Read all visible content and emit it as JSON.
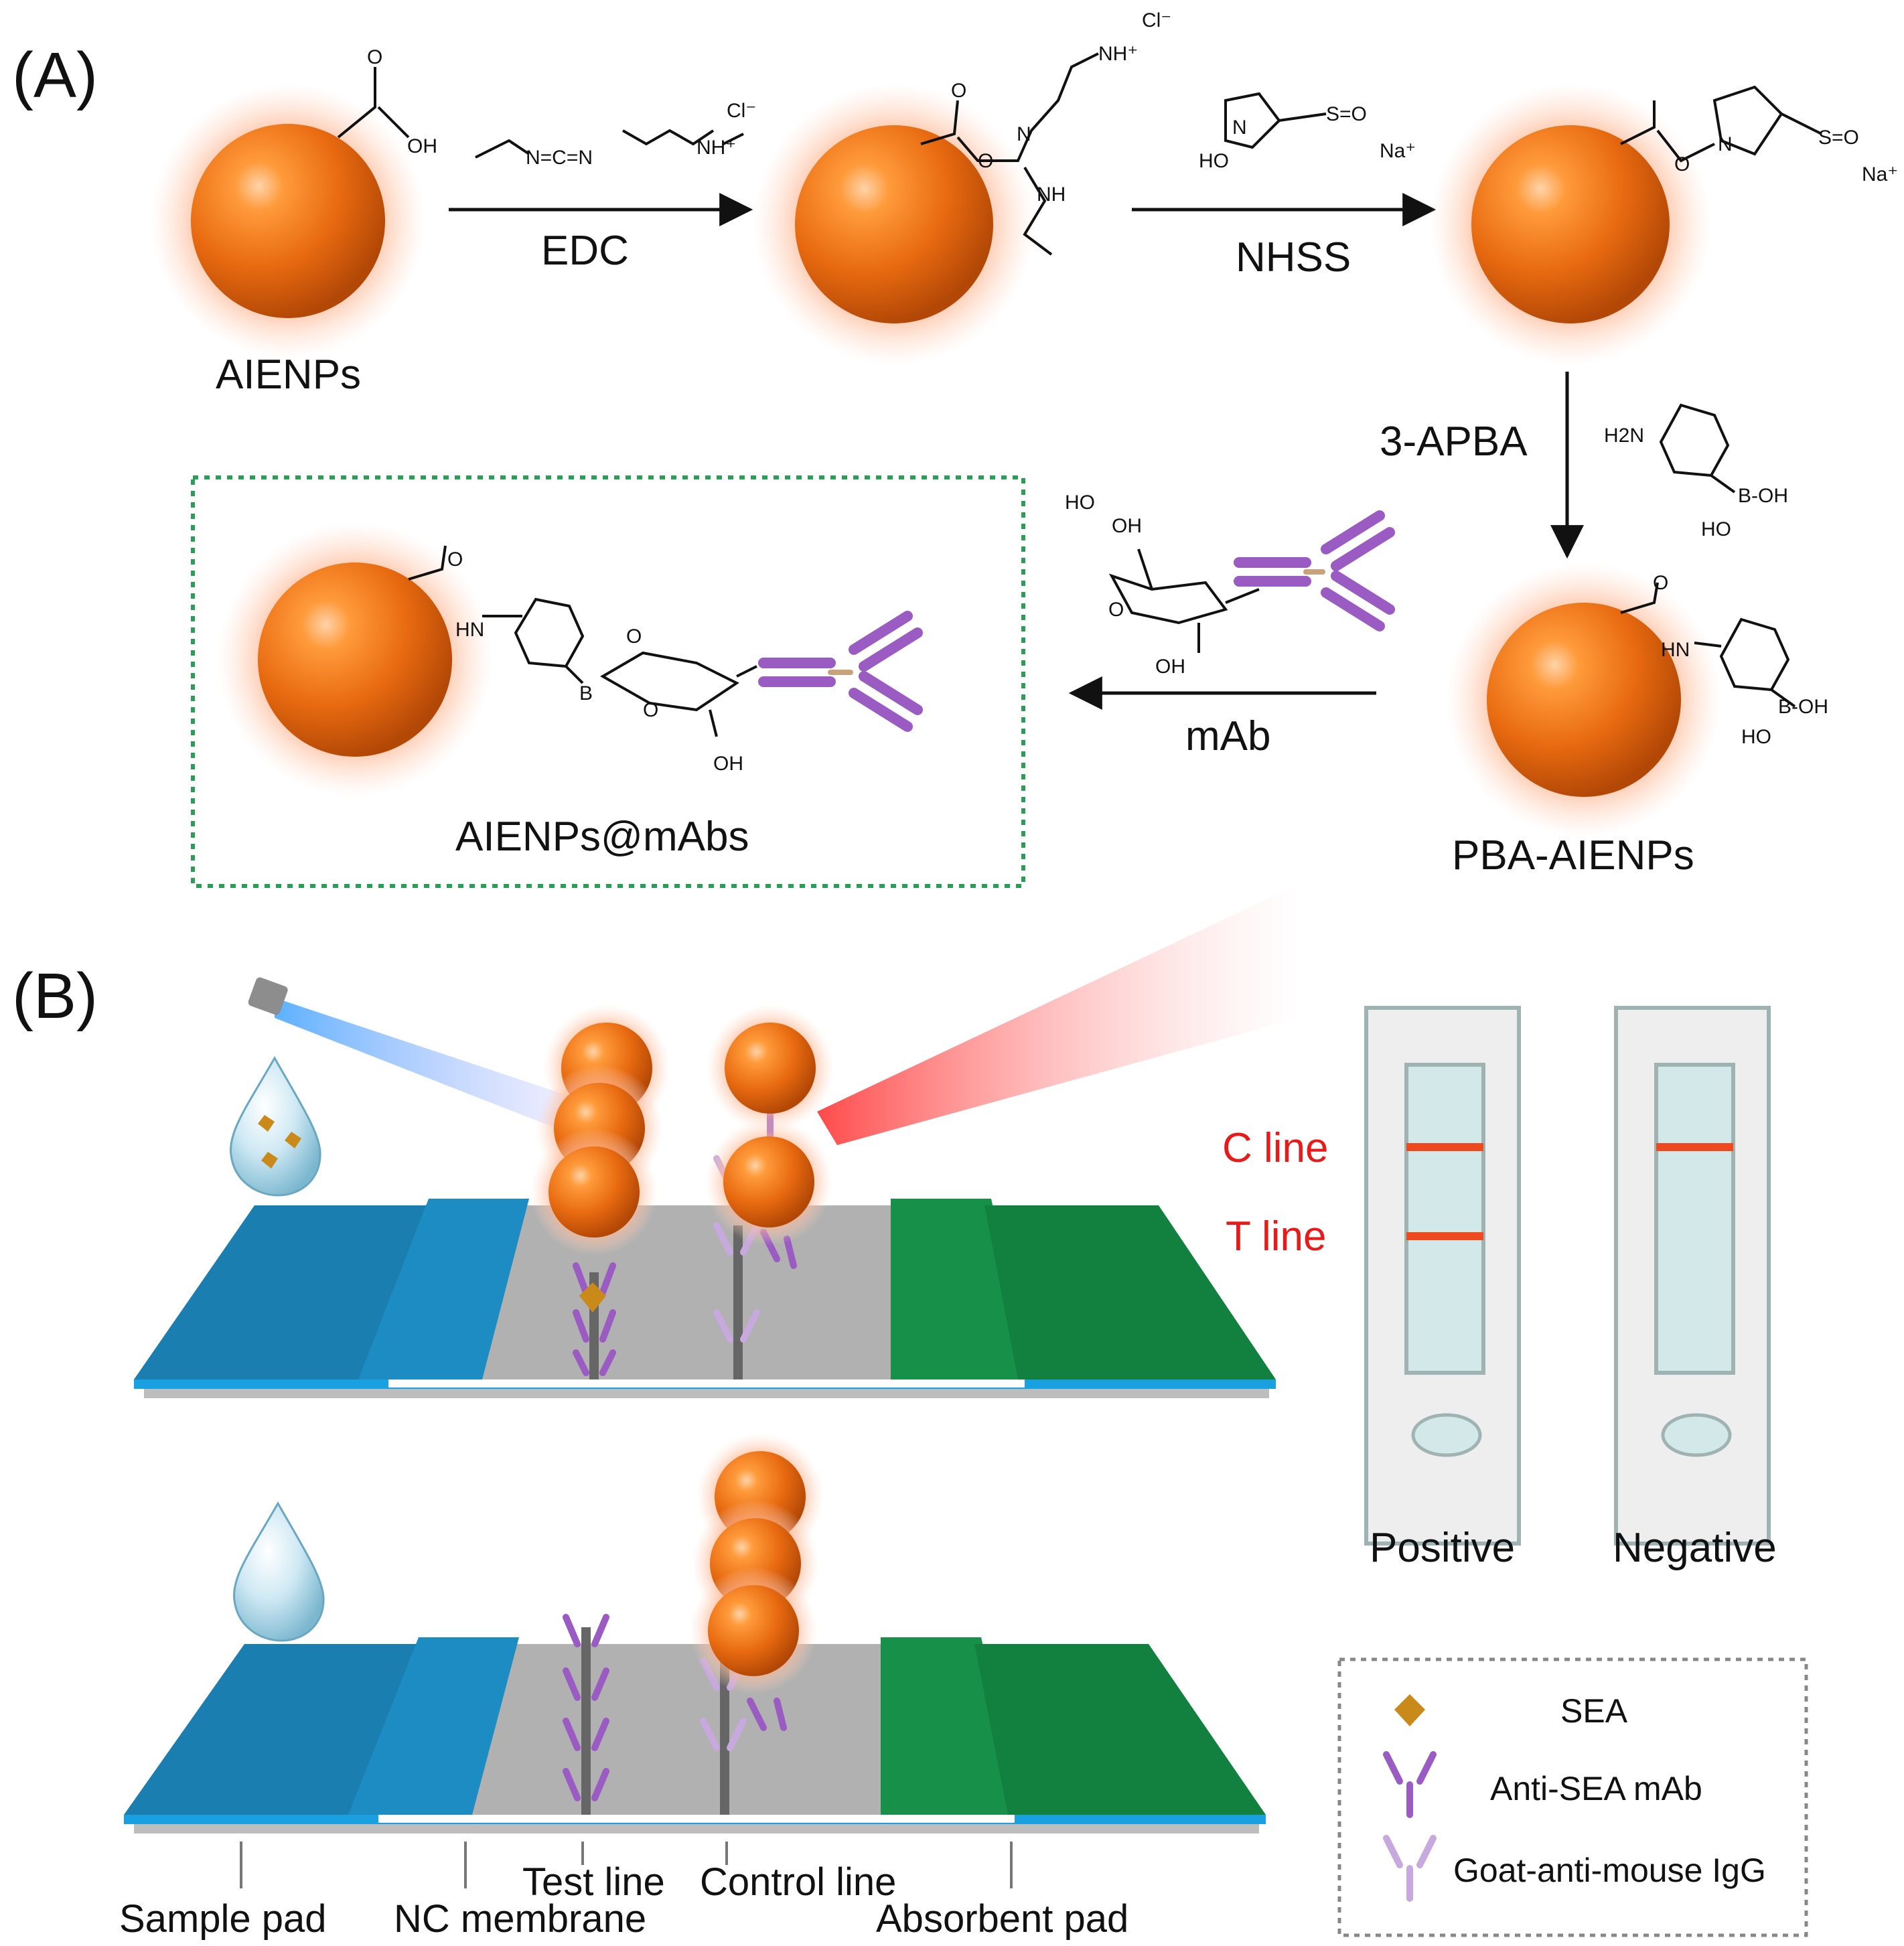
{
  "panel_a": {
    "label": "(A)",
    "particles": [
      "AIENPs",
      "PBA-AIENPs",
      "AIENPs@mAbs"
    ],
    "reagents": [
      "EDC",
      "NHSS",
      "3-APBA",
      "mAb"
    ],
    "chem": {
      "oh": "OH",
      "o": "O",
      "hn": "HN",
      "nh": "NH",
      "n": "N",
      "h2n": "H2N",
      "b": "B",
      "b_oh": "B-OH",
      "ho": "HO",
      "cl": "Cl⁻",
      "na": "Na⁺",
      "nh_plus": "NH⁺",
      "so3": "S=O",
      "carbodiimide": "N=C=N"
    }
  },
  "panel_b": {
    "label": "(B)",
    "strip_labels": [
      "Sample pad",
      "NC membrane",
      "Test line",
      "Control line",
      "Absorbent pad"
    ],
    "line_labels": {
      "c": "C line",
      "t": "T line"
    },
    "results": [
      "Positive",
      "Negative"
    ],
    "legend": [
      "SEA",
      "Anti-SEA mAb",
      "Goat-anti-mouse IgG"
    ]
  },
  "colors": {
    "particle": "#f07a18",
    "glow": "#ffb088",
    "sample_pad": "#1a7fb0",
    "absorbent_pad": "#17914a",
    "membrane": "#b1b1b1",
    "antibody": "#9a5bc2",
    "igg": "#c7a9dd",
    "sea": "#c98a1a",
    "result_line": "#ef4a1f",
    "legend_border": "#888888",
    "box_border": "#2a9d56"
  }
}
